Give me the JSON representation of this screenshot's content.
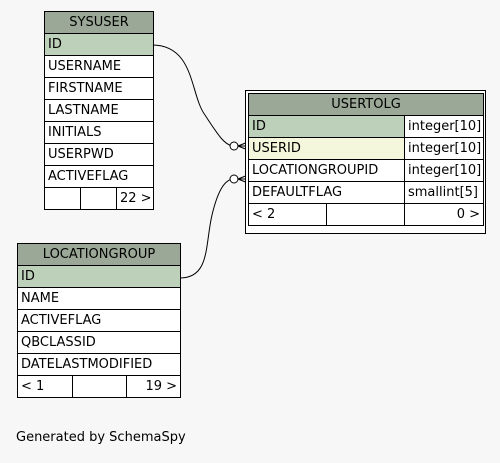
{
  "sysuser": {
    "name": "SYSUSER",
    "columns": [
      "ID",
      "USERNAME",
      "FIRSTNAME",
      "LASTNAME",
      "INITIALS",
      "USERPWD",
      "ACTIVEFLAG"
    ],
    "footer_right": "22 >"
  },
  "locationgroup": {
    "name": "LOCATIONGROUP",
    "columns": [
      "ID",
      "NAME",
      "ACTIVEFLAG",
      "QBCLASSID",
      "DATELASTMODIFIED"
    ],
    "footer_left": "< 1",
    "footer_right": "19 >"
  },
  "usertolg": {
    "name": "USERTOLG",
    "columns": [
      {
        "name": "ID",
        "type": "integer[10]"
      },
      {
        "name": "USERID",
        "type": "integer[10]"
      },
      {
        "name": "LOCATIONGROUPID",
        "type": "integer[10]"
      },
      {
        "name": "DEFAULTFLAG",
        "type": "smallint[5]"
      }
    ],
    "footer_left": "< 2",
    "footer_right": "0 >"
  },
  "footer_text": "Generated by SchemaSpy",
  "colors": {
    "header": "#9ba897",
    "primary_key": "#bdd0b9",
    "foreign_key": "#f4f7dc",
    "background": "#f7f7f7"
  }
}
